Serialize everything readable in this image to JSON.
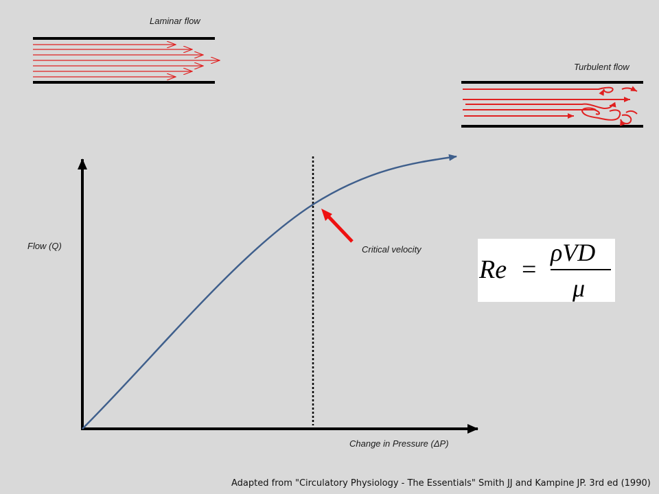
{
  "labels": {
    "laminar": "Laminar flow",
    "turbulent": "Turbulent flow",
    "y_axis": "Flow (Q)",
    "x_axis": "Change in Pressure (ΔP)",
    "critical": "Critical velocity"
  },
  "equation": {
    "lhs": "Re",
    "equals": "=",
    "numerator": "ρVD",
    "denominator": "μ"
  },
  "citation": "Adapted from \"Circulatory Physiology - The Essentials\" Smith JJ and Kampine JP. 3rd ed (1990)",
  "colors": {
    "background": "#d9d9d9",
    "curve": "#3f5f8c",
    "flow_lines": "#e02020",
    "axes": "#000000",
    "pointer_arrow": "#ee1111"
  }
}
